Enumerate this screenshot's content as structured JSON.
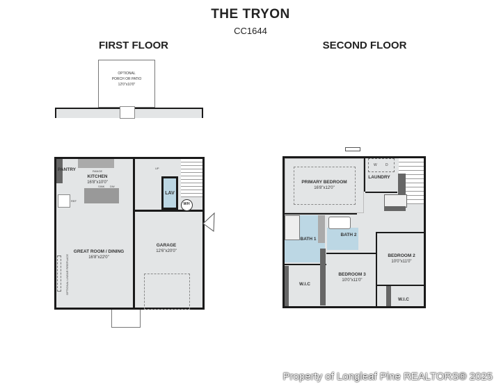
{
  "header": {
    "title": "THE TRYON",
    "plan_code": "CC1644"
  },
  "first_floor": {
    "title": "FIRST FLOOR",
    "porch": {
      "line1": "OPTIONAL",
      "line2": "PORCH OR PATIO",
      "dims": "12'0\"x10'0\""
    },
    "pantry": "PANTRY",
    "kitchen": {
      "name": "KITCHEN",
      "dims": "16'8\"x10'0\"",
      "range": "RANGE",
      "sink": "SINK",
      "dw": "DW",
      "ref": "REF"
    },
    "great_room": {
      "name": "GREAT ROOM / DINING",
      "dims": "16'8\"x22'0\""
    },
    "fireplace": "OPTIONAL LINEAR FIREPLACE",
    "lav": "LAV",
    "wh": "WH",
    "up": "UP",
    "garage": {
      "name": "GARAGE",
      "dims": "12'6\"x20'0\""
    }
  },
  "second_floor": {
    "title": "SECOND FLOOR",
    "primary_bedroom": {
      "name": "PRIMARY BEDROOM",
      "dims": "16'8\"x12'0\""
    },
    "laundry": {
      "name": "LAUNDRY",
      "w": "W",
      "d": "D"
    },
    "bath1": "BATH 1",
    "bath2": "BATH 2",
    "bedroom2": {
      "name": "BEDROOM 2",
      "dims": "10'0\"x11'0\""
    },
    "bedroom3": {
      "name": "BEDROOM 3",
      "dims": "10'0\"x11'0\""
    },
    "wic_left": "W.I.C",
    "wic_right": "W.I.C"
  },
  "watermark": "Property of Longleaf Pine REALTORS® 2025",
  "colors": {
    "floor": "#e3e5e6",
    "bath": "#bcd7e4",
    "wall": "#1a1a1a"
  }
}
